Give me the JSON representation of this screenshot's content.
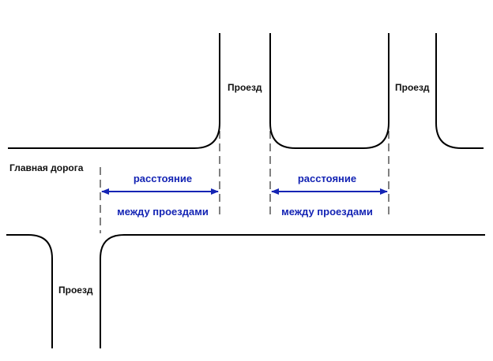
{
  "labels": {
    "main_road": "Главная дорога",
    "driveway_top_1": "Проезд",
    "driveway_top_2": "Проезд",
    "driveway_bottom": "Проезд"
  },
  "dimensions": [
    {
      "line1": "расстояние",
      "line2": "между проездами"
    },
    {
      "line1": "расстояние",
      "line2": "между проездами"
    }
  ],
  "colors": {
    "road_lines": "#000000",
    "dimension_arrows": "#1424b4",
    "dimension_text": "#1424b4",
    "label_text": "#111111"
  }
}
